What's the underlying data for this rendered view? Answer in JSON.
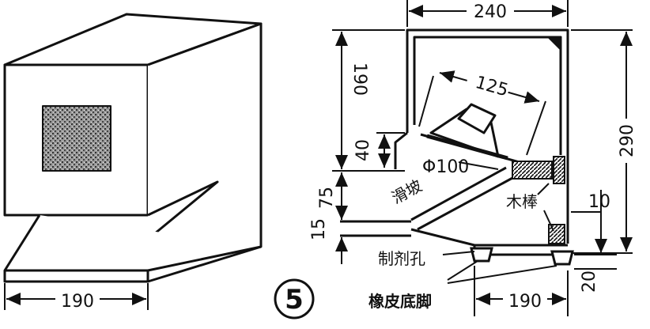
{
  "figure": {
    "number": "5",
    "colors": {
      "ink": "#111111",
      "paper": "#ffffff",
      "texture": "#7a7a7a"
    }
  },
  "left_view": {
    "width_label": "190"
  },
  "section_view": {
    "dimensions": {
      "top_width": "240",
      "upper_height": "190",
      "total_height": "290",
      "speaker_depth": "125",
      "height_40": "40",
      "height_75": "75",
      "slot_15": "15",
      "wood_gap": "10",
      "foot_height": "20",
      "bottom_width": "190",
      "speaker_diameter": "Φ100"
    },
    "labels": {
      "slope": "滑坡",
      "wood_strip": "木棒",
      "vent_hole": "制剂孔",
      "rubber_feet": "橡皮底脚"
    }
  }
}
